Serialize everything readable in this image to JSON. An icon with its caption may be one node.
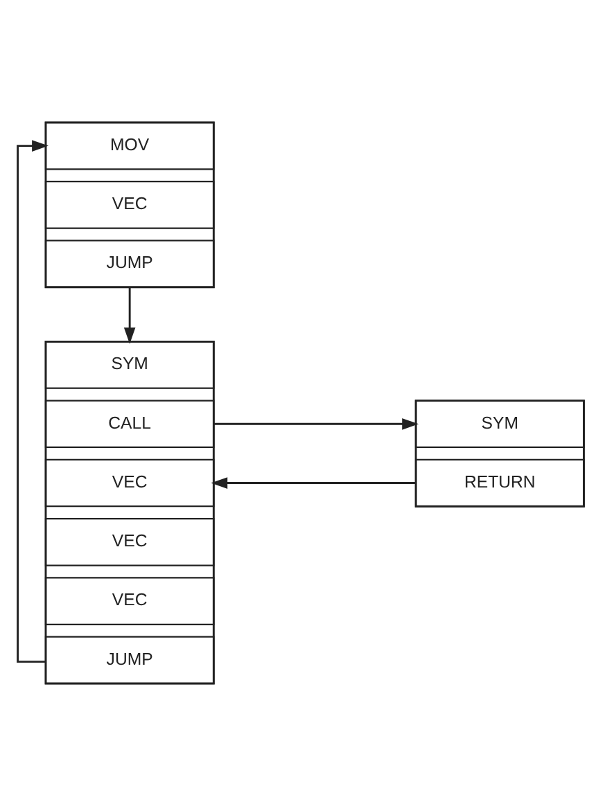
{
  "diagram": {
    "nodes": [
      {
        "text": [],
        "shape": "box"
      },
      {
        "text": [
          "MOV"
        ],
        "in": 0
      },
      {
        "text": [
          "VEC"
        ],
        "in": 0
      },
      {
        "text": [
          "JUMP"
        ],
        "in": 0
      },
      {
        "text": [],
        "shape": "box"
      },
      {
        "text": [
          "SYM"
        ],
        "in": 4
      },
      {
        "text": [
          "CALL"
        ],
        "in": 4
      },
      {
        "text": [
          "VEC"
        ],
        "in": 4
      },
      {
        "text": [
          "VEC"
        ],
        "in": 4
      },
      {
        "text": [
          "VEC"
        ],
        "in": 4
      },
      {
        "text": [
          "JUMP"
        ],
        "in": 4
      },
      {
        "text": [],
        "shape": "box"
      },
      {
        "text": [
          "SYM"
        ],
        "in": 11
      },
      {
        "text": [
          "RETURN"
        ],
        "in": 11
      }
    ],
    "edges": [
      {
        "from": 3,
        "to": 5,
        "arrow": "to"
      },
      {
        "from": 6,
        "to": 12,
        "arrow": "to"
      },
      {
        "from": 13,
        "to": 7,
        "arrow": "to"
      },
      {
        "from": 10,
        "to": 1,
        "arrow": "to"
      }
    ]
  }
}
